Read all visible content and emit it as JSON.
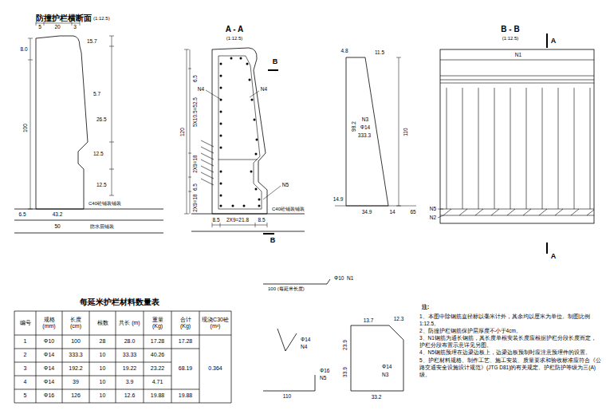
{
  "diagram": {
    "labels": [
      "防撞护栏横断面",
      "(1:12.5)",
      "5",
      "20",
      "3",
      "8.0",
      "15.7",
      "100",
      "5.7",
      "26.5",
      "12.5",
      "12.5",
      "C40砼铺装铺装",
      "防水层铺装",
      "6.5",
      "43.2",
      "50",
      "A - A",
      "(1:12.5)",
      "B",
      "B",
      "N4",
      "N4",
      "N5",
      "6.5",
      "5X10.5=52.5",
      "120",
      "2X9=18",
      "6.5",
      "2X9=18",
      "C40砼铺装铺装",
      "8.5",
      "2X9=21.8",
      "8.5",
      "4.8",
      "11.5",
      "98.2",
      "N3",
      "Φ14",
      "333.3",
      "110",
      "14.9",
      "34.9",
      "14",
      "65",
      "B - B",
      "(1:12.5)",
      "A",
      "A",
      "N1",
      "N5",
      "N2",
      "每延米护栏材料数量表",
      "编号",
      "规格 (mm)",
      "长度 (cm)",
      "根数",
      "共长 (m)",
      "重量 (Kg)",
      "合计 (Kg)",
      "现浇C30砼 (m³)",
      "1",
      "Φ10",
      "100",
      "28",
      "28.0",
      "17.28",
      "17.28",
      "0.364",
      "2",
      "Φ14",
      "333.3",
      "10",
      "33.33",
      "40.26",
      "3",
      "Φ14",
      "192.2",
      "10",
      "19.22",
      "23.22",
      "68.19",
      "4",
      "Φ14",
      "39",
      "10",
      "3.9",
      "4.71",
      "5",
      "Φ16",
      "126",
      "10",
      "12.6",
      "19.88",
      "19.88",
      "100 (每延米长度)",
      "Φ10",
      "N1",
      "Φ14",
      "N4",
      "Φ16",
      "N5",
      "110",
      "13.7",
      "12.3",
      "23.9",
      "33.9",
      "Φ14",
      "N3",
      "33.2",
      "注:",
      "1、本图中除钢筋直径标以毫米计外，其余均以厘米为单位。制图比例1:12.5。",
      "2、防撞护栏钢筋保护层厚度不小于4cm。",
      "3、N1钢筋为通长钢筋，其长度单根安装长度应根据护栏分段长度而定，护栏分段布置示意详见另图。",
      "4、N5钢筋预埋在边梁边板上，边梁边板预制时应注意预埋件的设置。",
      "5、护栏材料规格、制作工艺、施工安装、质量要求和验收标准应符合《公路交通安全设施设计规范》(JTG D81)的有关规定。护栏防护等级为三(A)级。"
    ]
  }
}
